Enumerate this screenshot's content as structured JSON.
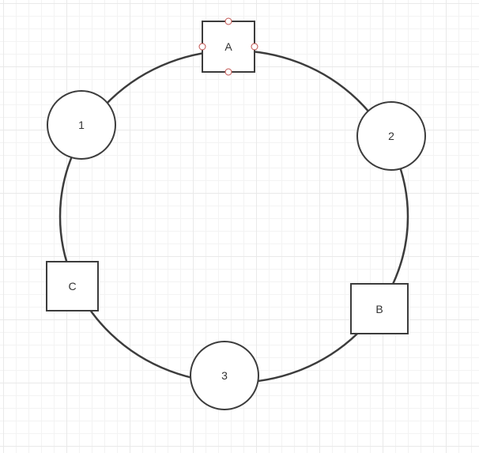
{
  "diagram": {
    "ring": {
      "stroke": "#3c3c3c"
    },
    "server_nodes": [
      {
        "id": "n1",
        "label": "1"
      },
      {
        "id": "n2",
        "label": "2"
      },
      {
        "id": "n3",
        "label": "3"
      }
    ],
    "key_nodes": [
      {
        "id": "kA",
        "label": "A",
        "selected": true
      },
      {
        "id": "kB",
        "label": "B",
        "selected": false
      },
      {
        "id": "kC",
        "label": "C",
        "selected": false
      }
    ],
    "colors": {
      "node_fill": "#ffffff",
      "node_stroke": "#3c3c3c",
      "handle_stroke": "#c0504d",
      "handle_fill": "#ffffff"
    }
  }
}
